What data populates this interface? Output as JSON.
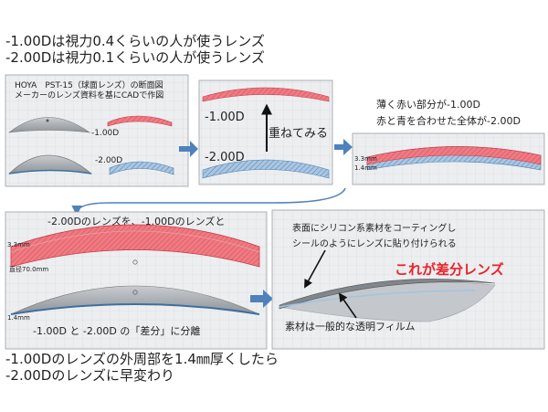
{
  "heading": {
    "line1": "-1.00Dは視力0.4くらいの人が使うレンズ",
    "line2": "-2.00Dは視力0.1くらいの人が使うレンズ"
  },
  "panel1": {
    "caption_line1": "HOYA　PST-15（球面レンズ）の断面図",
    "caption_line2": "メーカーのレンズ資料を基にCADで作図",
    "label_a": "-1.00D",
    "label_b": "-2.00D"
  },
  "panel2": {
    "label_a": "-1.00D",
    "label_b": "-2.00D",
    "note": "重ねてみる"
  },
  "panel3": {
    "note_line1": "薄く赤い部分が-1.00D",
    "note_line2": "赤と青を合わせた全体が-2.00D",
    "dim_a": "3.3mm",
    "dim_b": "1.4mm"
  },
  "panel4": {
    "title": "-2.00Dのレンズを、-1.00Dのレンズと",
    "dim_top": "3.3mm",
    "diameter": "直径70.0mm",
    "dim_bottom": "1.4mm",
    "caption": "-1.00D と -2.00D の「差分」に分離"
  },
  "panel5": {
    "note_line1": "表面にシリコン系素材をコーティングし",
    "note_line2": "シールのようにレンズに貼り付けられる",
    "highlight": "これが差分レンズ",
    "material": "素材は一般的な透明フィルム"
  },
  "footer": {
    "line1": "-1.00Dのレンズの外周部を1.4㎜厚くしたら",
    "line2": "-2.00Dのレンズに早変わり"
  },
  "colors": {
    "lens_red": "#f07a82",
    "lens_red_dark": "#d44d58",
    "lens_blue": "#8fb4d6",
    "lens_blue_dark": "#4f7fae",
    "lens_gray": "#b8bcc0",
    "arrow_blue": "#4f81bd",
    "highlight_red": "#e8232a",
    "grid_bg": "#eceef0",
    "grid_line": "#d5d8dc"
  }
}
